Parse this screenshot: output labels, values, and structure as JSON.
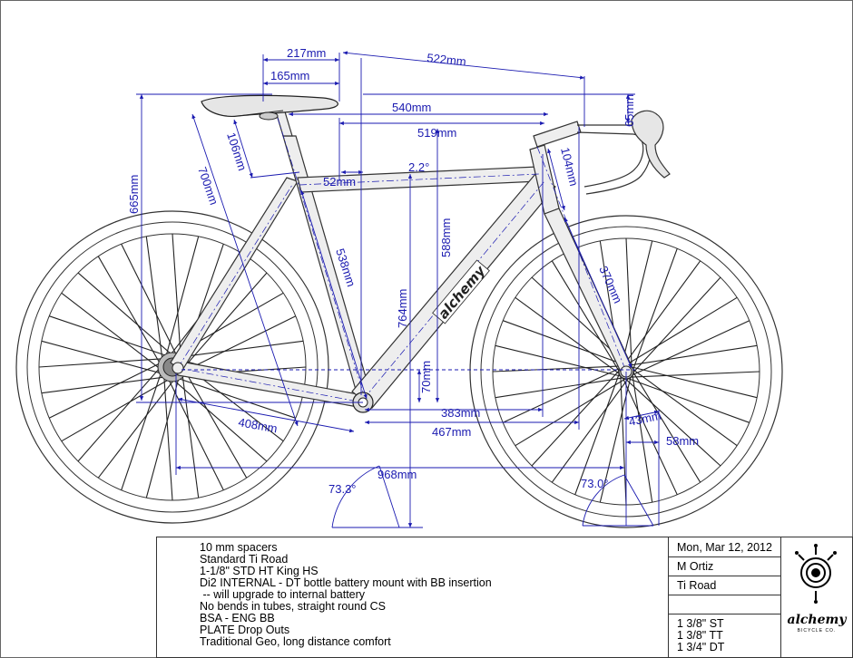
{
  "dimensions": {
    "d217": "217mm",
    "d165": "165mm",
    "d522": "522mm",
    "d540": "540mm",
    "d519": "519mm",
    "d65": "65mm",
    "d106": "106mm",
    "d700": "700mm",
    "d665": "665mm",
    "d52": "52mm",
    "a22": "2.2°",
    "d104": "104mm",
    "d588": "588mm",
    "d538": "538mm",
    "d764": "764mm",
    "d370": "370mm",
    "d70": "70mm",
    "d383": "383mm",
    "d467": "467mm",
    "d408": "408mm",
    "d43": "43mm",
    "d58": "58mm",
    "d968": "968mm",
    "a733": "73.3°",
    "a730": "73.0°"
  },
  "frame_logo": "alchemy",
  "notes": [
    "10 mm spacers",
    "Standard Ti Road",
    "1-1/8\" STD HT King HS",
    "Di2 INTERNAL - DT  bottle battery mount with BB insertion",
    " -- will upgrade to internal battery",
    "No bends in tubes, straight round CS",
    "BSA - ENG BB",
    "PLATE Drop Outs",
    "Traditional Geo, long distance comfort"
  ],
  "title_block": {
    "date": "Mon, Mar 12, 2012",
    "designer": "M Ortiz",
    "model": "Ti Road",
    "tubes": [
      "1 3/8\" ST",
      "1 3/8\" TT",
      "1 3/4\" DT"
    ]
  },
  "brand": {
    "name": "alchemy",
    "tagline": "BICYCLE CO."
  },
  "colors": {
    "dimension": "#1a1ab0",
    "outline": "#333333",
    "frame_fill": "#eeeeee"
  }
}
